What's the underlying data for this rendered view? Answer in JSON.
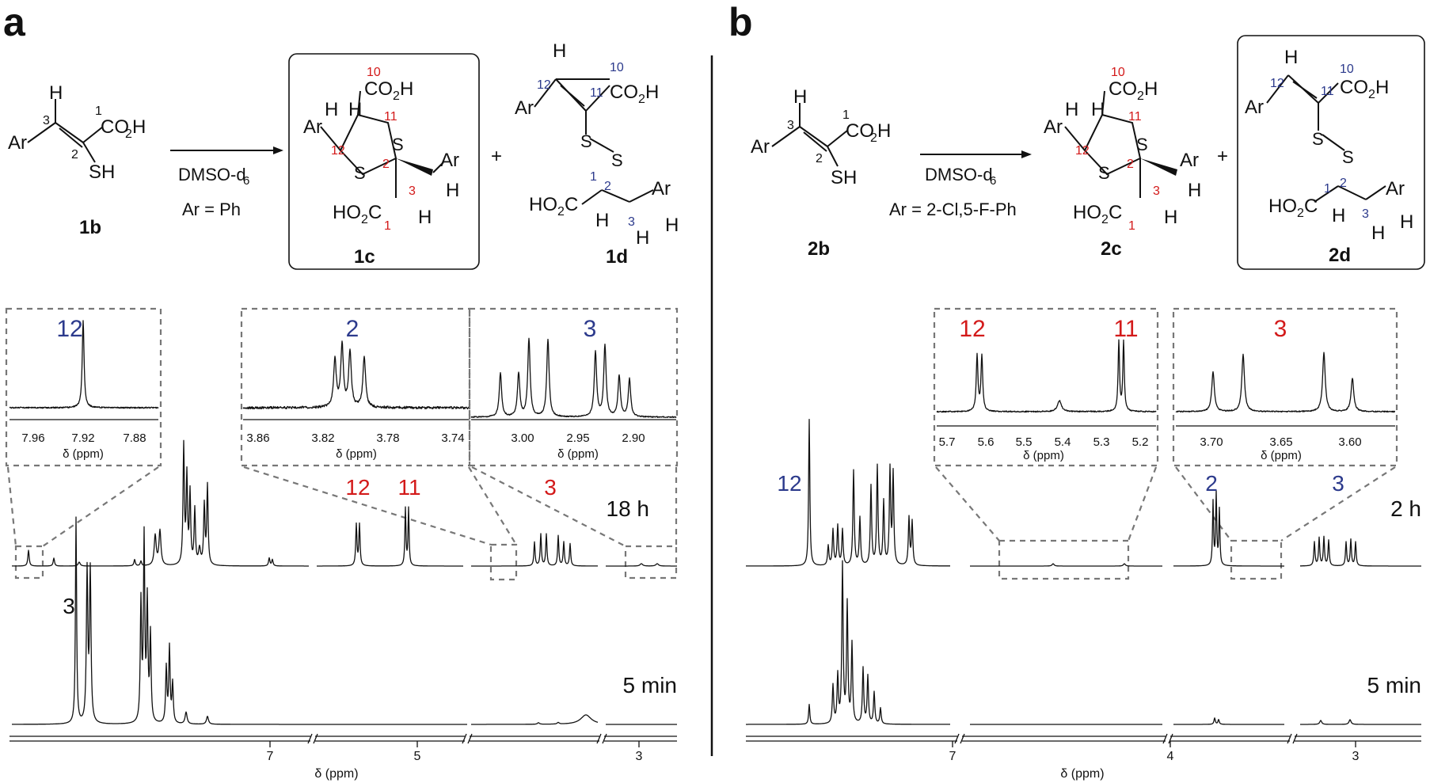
{
  "panels": {
    "a": {
      "letter": "a",
      "reagents": [
        "DMSO-d",
        "Ar = Ph"
      ],
      "compounds": [
        "1b",
        "1c",
        "1d"
      ],
      "spectra": [
        "18 h",
        "5 min"
      ],
      "peak_labels": {
        "s12": "12",
        "s11": "11",
        "s3": "3",
        "bottom3": "3"
      },
      "axis_ticks": [
        "7",
        "5",
        "3"
      ],
      "axis_label": "δ (ppm)",
      "insets": [
        {
          "label": "12",
          "ticks": [
            "7.96",
            "7.92",
            "7.88"
          ],
          "xlabel": "δ (ppm)"
        },
        {
          "label": "2",
          "ticks": [
            "3.86",
            "3.82",
            "3.78",
            "3.74"
          ],
          "xlabel": "δ (ppm)"
        },
        {
          "label": "3",
          "ticks": [
            "3.00",
            "2.95",
            "2.90"
          ],
          "xlabel": "δ (ppm)"
        }
      ]
    },
    "b": {
      "letter": "b",
      "reagents": [
        "DMSO-d",
        "Ar = 2-Cl,5-F-Ph"
      ],
      "compounds": [
        "2b",
        "2c",
        "2d"
      ],
      "spectra": [
        "2 h",
        "5 min"
      ],
      "peak_labels": {
        "s12": "12",
        "s2": "2",
        "s3": "3"
      },
      "axis_ticks": [
        "7",
        "4",
        "3"
      ],
      "axis_label": "δ (ppm)",
      "insets": [
        {
          "labels": [
            "12",
            "11"
          ],
          "ticks": [
            "5.7",
            "5.6",
            "5.5",
            "5.4",
            "5.3",
            "5.2"
          ],
          "xlabel": "δ (ppm)"
        },
        {
          "label": "3",
          "ticks": [
            "3.70",
            "3.65",
            "3.60"
          ],
          "xlabel": "δ (ppm)"
        }
      ]
    }
  },
  "chem": {
    "ar": "Ar",
    "h": "H",
    "s": "S",
    "sh": "SH",
    "co2h": "CO",
    "two": "2",
    "ho2c": "HO",
    "c": "C",
    "six": "6",
    "plus": "+"
  },
  "colors": {
    "red": "#d31a1a",
    "blue": "#2c3a8c",
    "frame_dash": "#777777"
  }
}
